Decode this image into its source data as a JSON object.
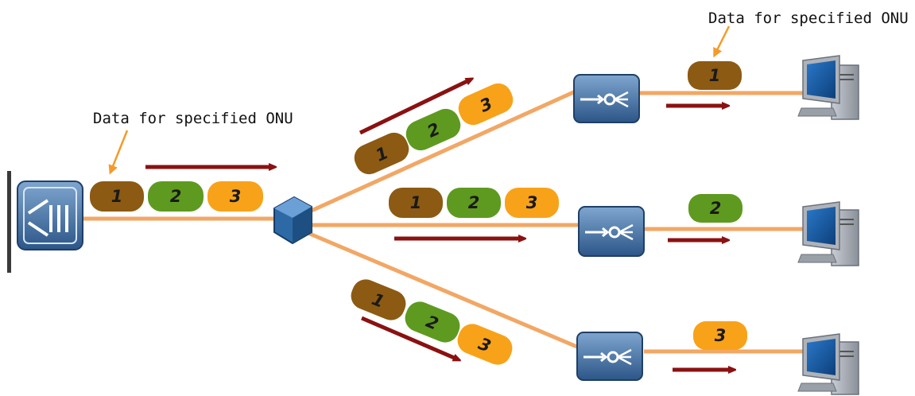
{
  "labels": {
    "left_annotation": "Data for specified ONU",
    "top_annotation": "Data for specified ONU"
  },
  "packets": {
    "olt_link": [
      "1",
      "2",
      "3"
    ],
    "branch_upper": [
      "1",
      "2",
      "3"
    ],
    "branch_middle": [
      "1",
      "2",
      "3"
    ],
    "branch_lower": [
      "1",
      "2",
      "3"
    ],
    "onu_1": "1",
    "onu_2": "2",
    "onu_3": "3"
  },
  "colors": {
    "fiber": "#f2a765",
    "arrow": "#8b1111",
    "annotation_arrow": "#f59a2a",
    "packet_1": "#8c5a12",
    "packet_2": "#5e9a1f",
    "packet_3": "#f8a21a",
    "device_blue": "#3f6fa3"
  },
  "icons": {
    "olt": "olt-icon",
    "splitter": "splitter-icon",
    "onu": "onu-icon",
    "pc": "pc-icon"
  }
}
